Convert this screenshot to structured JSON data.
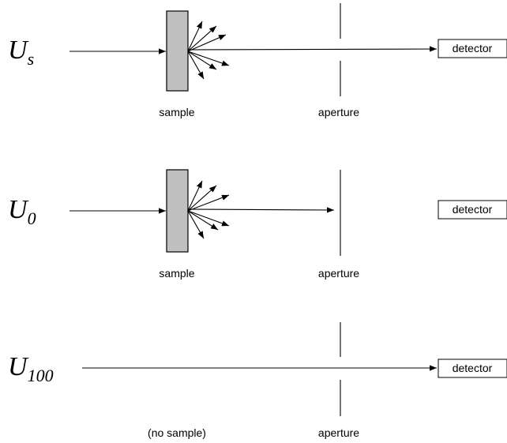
{
  "rows": [
    {
      "symbol": "U",
      "subscript": "s",
      "sample_label": "sample",
      "aperture_label": "aperture",
      "detector_label": "detector"
    },
    {
      "symbol": "U",
      "subscript": "0",
      "sample_label": "sample",
      "aperture_label": "aperture",
      "detector_label": "detector"
    },
    {
      "symbol": "U",
      "subscript": "100",
      "sample_label": "(no sample)",
      "aperture_label": "aperture",
      "detector_label": "detector"
    }
  ]
}
